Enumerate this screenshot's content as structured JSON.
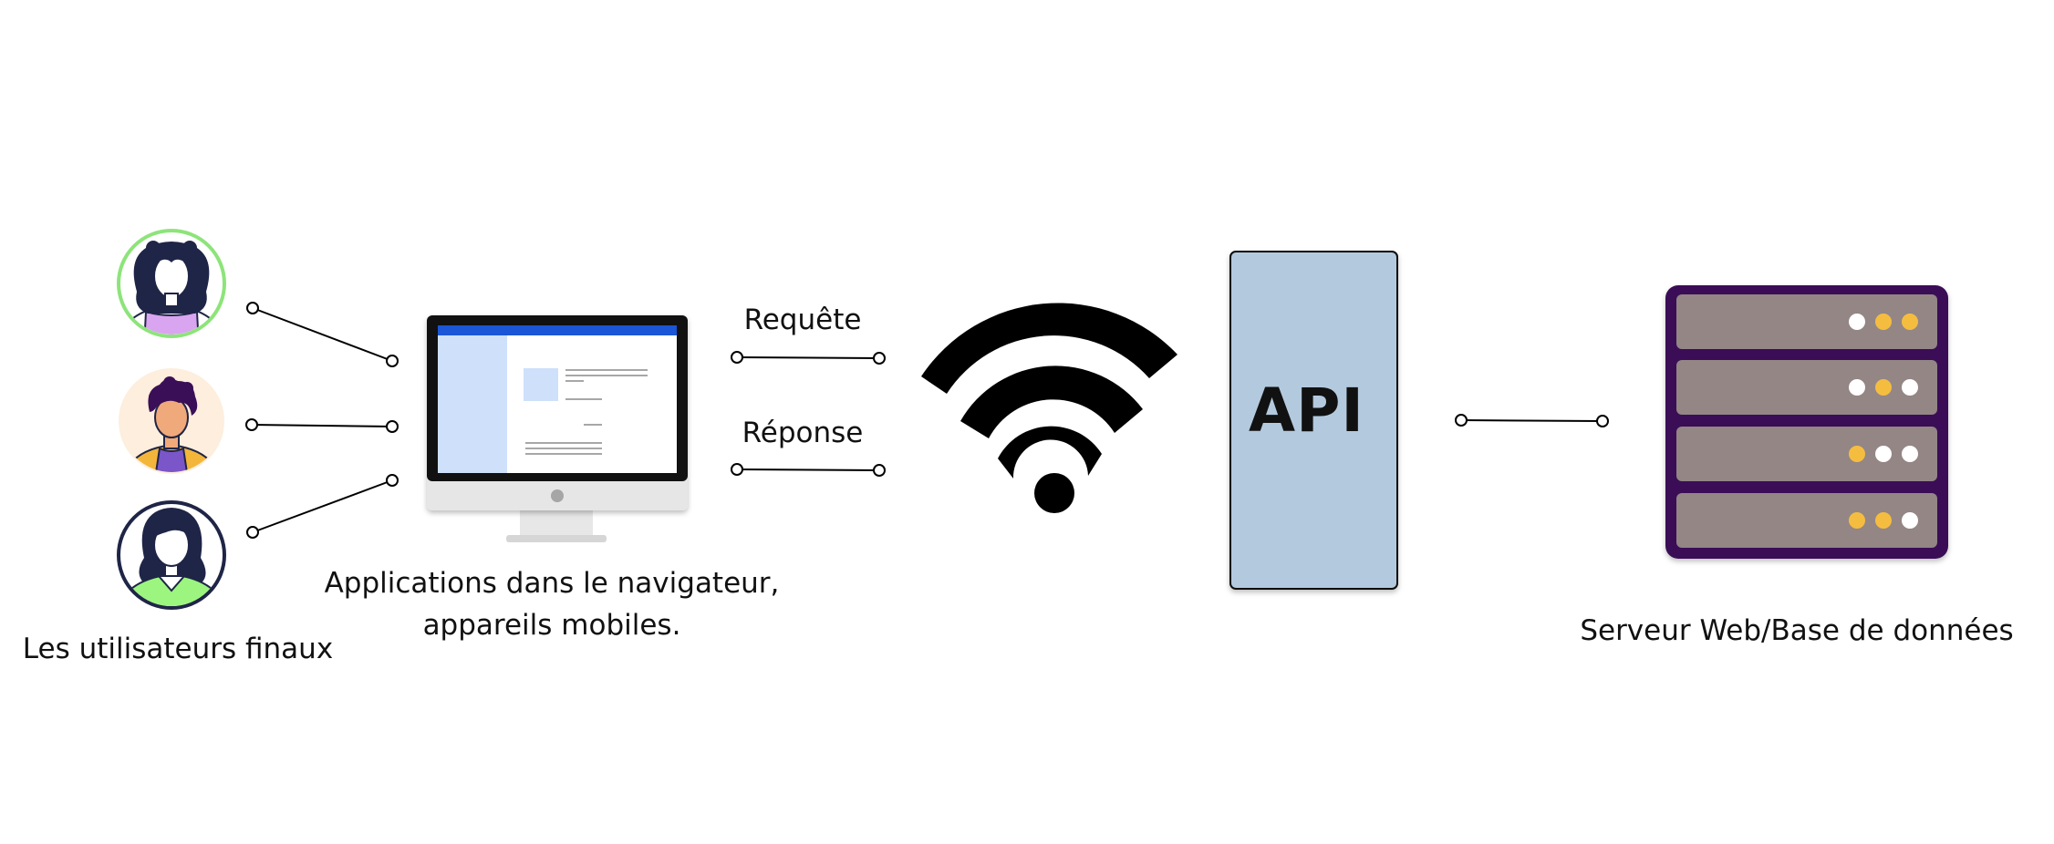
{
  "labels": {
    "users": "Les utilisateurs finaux",
    "apps_line1": "Applications dans le navigateur,",
    "apps_line2": "appareils mobiles.",
    "request": "Requête",
    "response": "Réponse",
    "api": "API",
    "server": "Serveur Web/Base de données"
  },
  "icons": {
    "users": [
      "user-avatar-icon",
      "user-avatar-icon",
      "user-avatar-icon"
    ],
    "device": "desktop-monitor-icon",
    "network": "wifi-icon",
    "server": "server-rack-icon"
  },
  "colors": {
    "avatar1_ring": "#8de47a",
    "avatar1_shirt": "#d9a4f0",
    "avatar2_bg": "#fdeedd",
    "avatar2_jacket": "#f4b63a",
    "avatar3_ring": "#1f2547",
    "avatar3_shirt": "#9cf57e",
    "api_box": "#b3c9de",
    "server_frame": "#3b0f57",
    "server_panel": "#938685",
    "server_led_yellow": "#f5bd3f",
    "server_led_white": "#ffffff",
    "screen_header": "#1a56d6",
    "screen_sidebar": "#cfe0fb"
  }
}
